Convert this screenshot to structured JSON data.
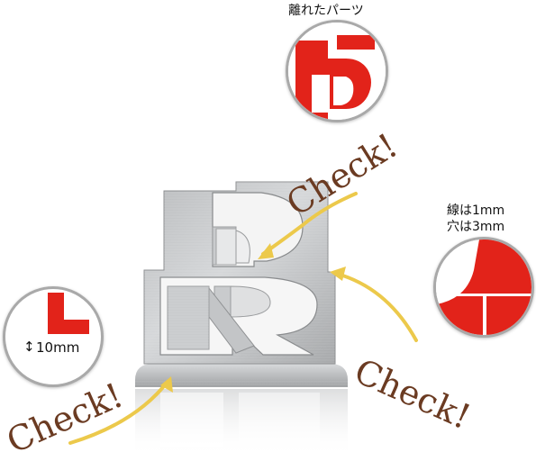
{
  "callouts": {
    "separated_parts": "離れたパーツ",
    "line_width": "線は1mm",
    "hole_size": "穴は3mm",
    "size_marker": "↕",
    "size_value": "10mm"
  },
  "checks": {
    "top": "Check!",
    "right": "Check!",
    "left": "Check!"
  },
  "colors": {
    "accent_red": "#e2231a",
    "arrow_yellow": "#ecc94b",
    "check_brown": "#6b3b22",
    "circle_border": "#a9a9a9",
    "metal": "#c3c5c7"
  }
}
